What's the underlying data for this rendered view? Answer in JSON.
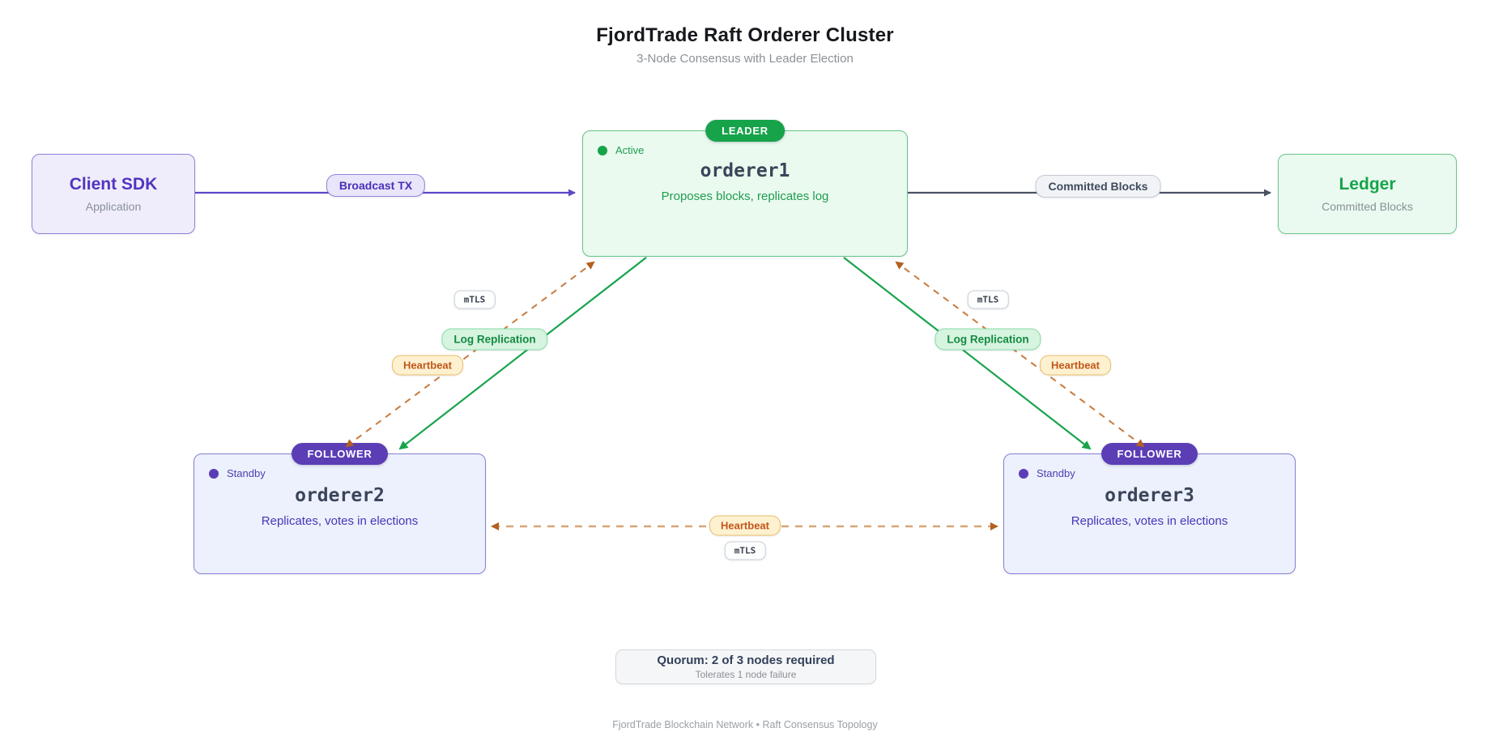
{
  "header": {
    "title": "FjordTrade Raft Orderer Cluster",
    "subtitle": "3-Node Consensus with Leader Election"
  },
  "nodes": {
    "client": {
      "title": "Client SDK",
      "subtitle": "Application"
    },
    "orderer1": {
      "role": "LEADER",
      "status": "Active",
      "name": "orderer1",
      "desc": "Proposes blocks, replicates log"
    },
    "orderer2": {
      "role": "FOLLOWER",
      "status": "Standby",
      "name": "orderer2",
      "desc": "Replicates, votes in elections"
    },
    "orderer3": {
      "role": "FOLLOWER",
      "status": "Standby",
      "name": "orderer3",
      "desc": "Replicates, votes in elections"
    },
    "ledger": {
      "title": "Ledger",
      "subtitle": "Committed Blocks"
    }
  },
  "edges": {
    "broadcast": "Broadcast TX",
    "committed": "Committed Blocks",
    "log_replication": "Log Replication",
    "heartbeat": "Heartbeat",
    "mtls": "mTLS"
  },
  "quorum": {
    "title": "Quorum: 2 of 3 nodes required",
    "subtitle": "Tolerates 1 node failure"
  },
  "footer": "FjordTrade Blockchain Network • Raft Consensus Topology",
  "colors": {
    "leader_green": "#17a34a",
    "follower_purple": "#5b3db6",
    "client_purple": "#5334c0",
    "broadcast_purple": "#5a49c8",
    "committed_dark": "#4a5365",
    "replication_green": "#18a44c",
    "heartbeat_orange": "#c97a3e",
    "heartbeat_text": "#c2571b"
  }
}
